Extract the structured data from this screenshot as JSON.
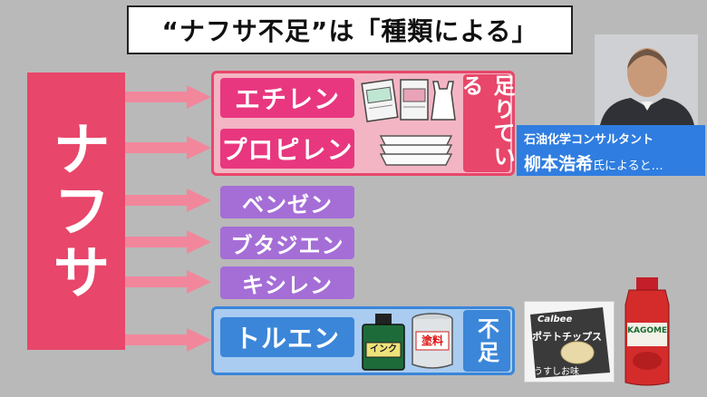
{
  "title": {
    "text": "“ナフサ不足”は「種類による」"
  },
  "naphtha": {
    "label": "ナフサ"
  },
  "products": [
    {
      "label": "エチレン"
    },
    {
      "label": "プロピレン"
    },
    {
      "label": "ベンゼン"
    },
    {
      "label": "ブタジエン"
    },
    {
      "label": "キシレン"
    },
    {
      "label": "トルエン"
    }
  ],
  "status": {
    "sufficient": "足りている",
    "shortage": "不足"
  },
  "icons": {
    "ink_label": "インク",
    "paint_label": "塗料",
    "chips_brand": "Calbee",
    "chips_line1": "ポテトチップス",
    "chips_line2": "うすしお味",
    "ketchup_brand": "KAGOME"
  },
  "caption": {
    "role": "石油化学コンサルタント",
    "name": "柳本浩希",
    "suffix": "氏によると…"
  },
  "colors": {
    "pink": "#e8466a",
    "purple": "#a56ed6",
    "blue": "#3b86d9"
  }
}
